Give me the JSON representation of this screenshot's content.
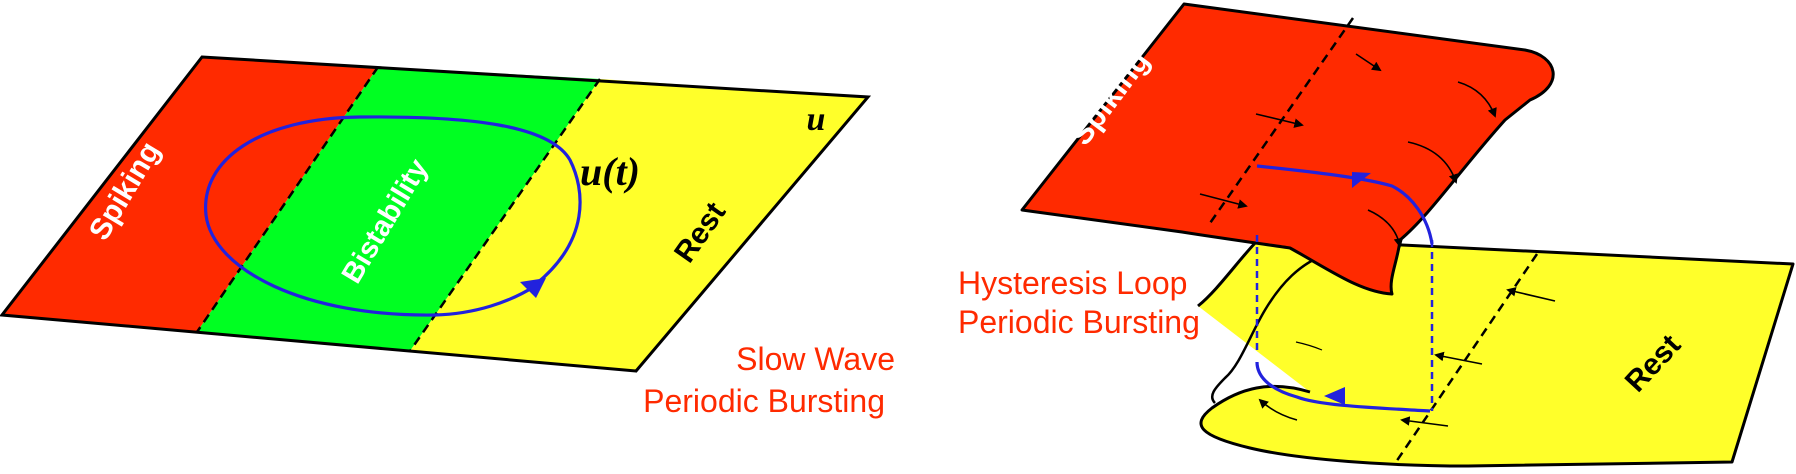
{
  "left_panel": {
    "region_spiking": "Spiking",
    "region_bistability": "Bistability",
    "region_rest": "Rest",
    "variable_u": "u",
    "trajectory_label": "u(t)",
    "caption_line1": "Slow Wave",
    "caption_line2": "Periodic Bursting"
  },
  "right_panel": {
    "region_spiking": "Spiking",
    "region_rest": "Rest",
    "caption_line1": "Hysteresis Loop",
    "caption_line2": "Periodic Bursting"
  },
  "colors": {
    "spiking": "#ff2a00",
    "bistability": "#00ff22",
    "rest": "#ffff2a",
    "trajectory": "#2222dd",
    "caption": "#ff2a00",
    "outline": "#000000"
  }
}
